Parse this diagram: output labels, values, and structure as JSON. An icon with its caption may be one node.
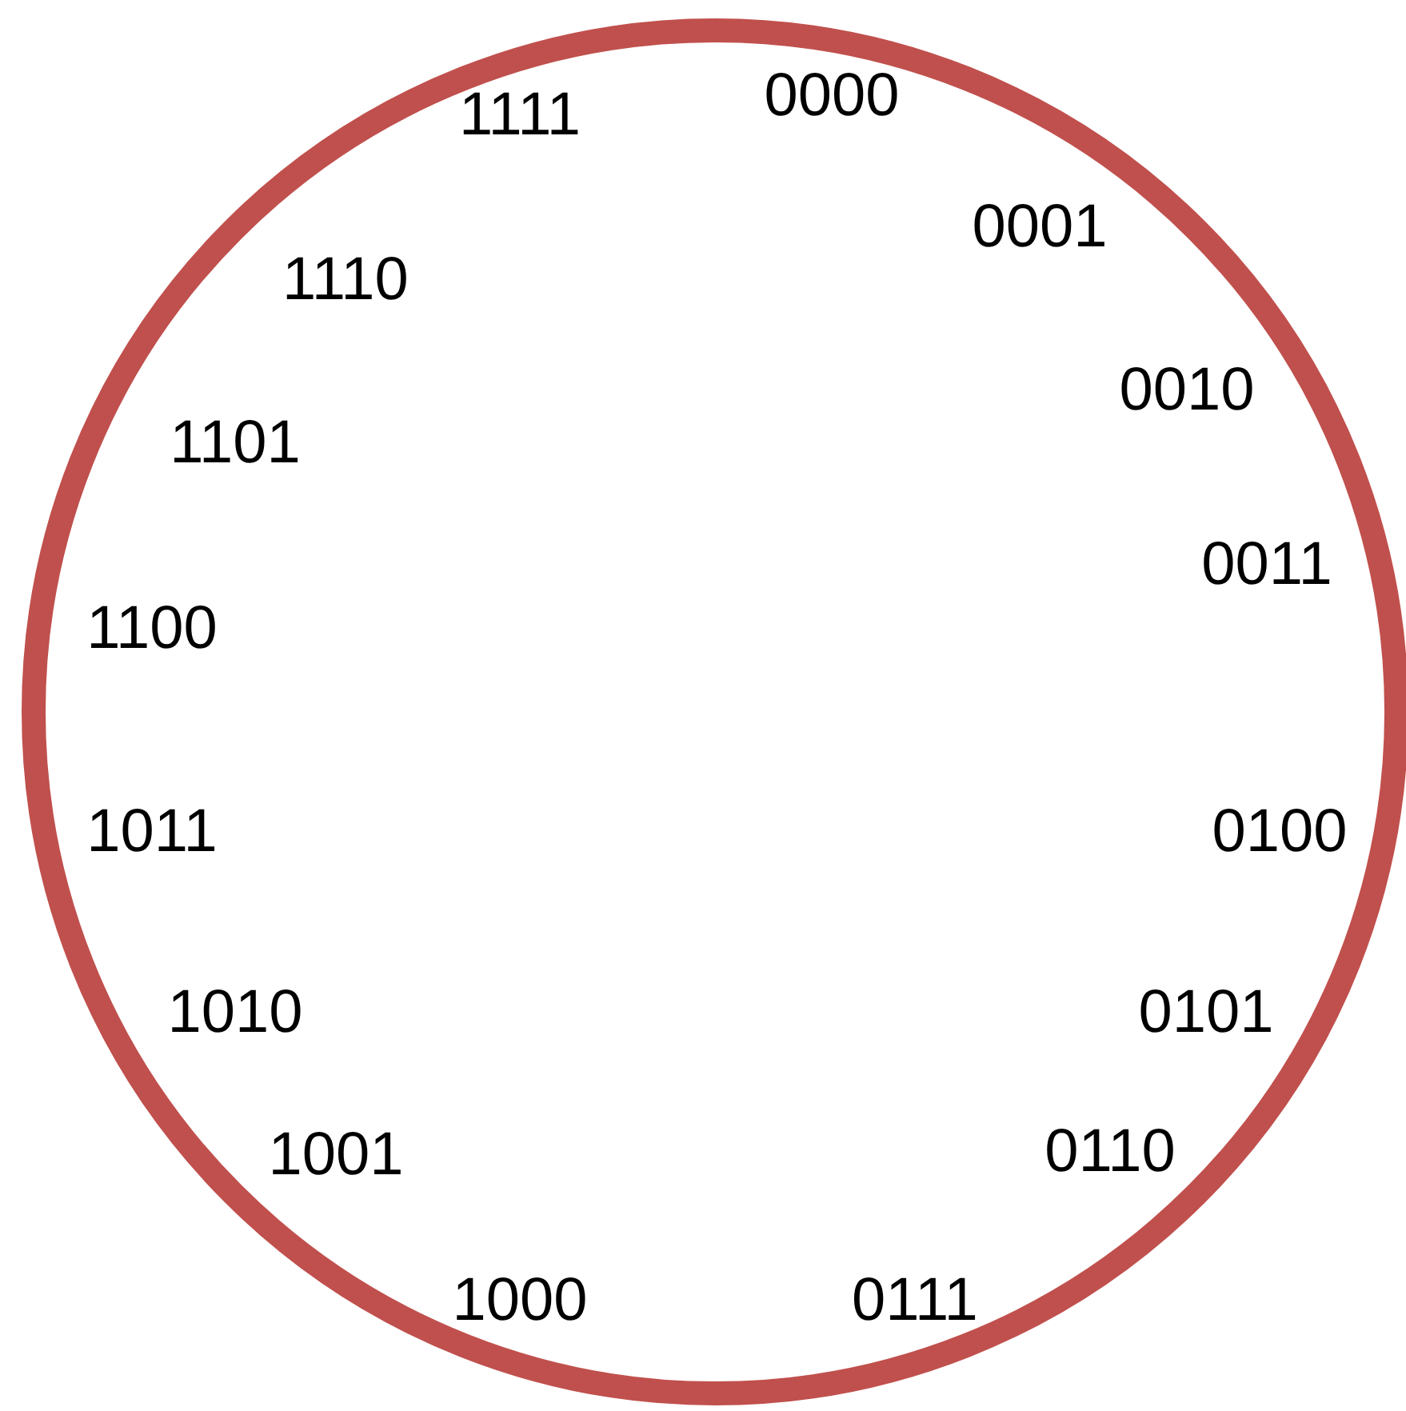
{
  "diagram": {
    "labels": [
      "0000",
      "1111",
      "0001",
      "1110",
      "0010",
      "1101",
      "0011",
      "1100",
      "1011",
      "0100",
      "1010",
      "0101",
      "1001",
      "0110",
      "1000",
      "0111"
    ]
  }
}
